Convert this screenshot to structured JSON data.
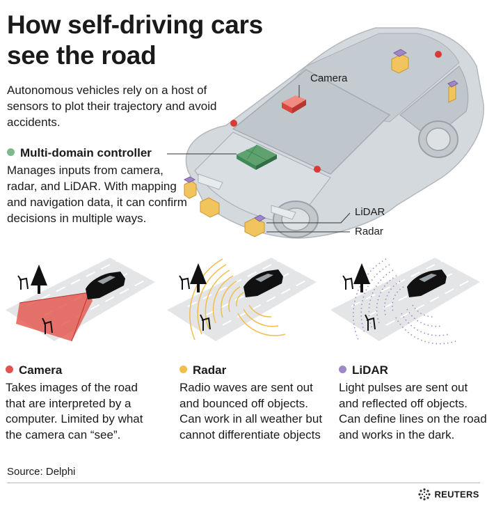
{
  "title": "How self-driving cars see the road",
  "intro": "Autonomous vehicles rely on a host of sensors to plot their trajectory and avoid accidents.",
  "controller": {
    "title": "Multi-domain controller",
    "description": "Manages inputs from camera, radar, and LiDAR. With mapping and navigation data, it can confirm decisions in multiple ways.",
    "color": "#3e8a56"
  },
  "callouts": {
    "camera": "Camera",
    "lidar": "LiDAR",
    "radar": "Radar"
  },
  "sensors": [
    {
      "title": "Camera",
      "description": "Takes images of the road that are interpreted by a computer. Limited by what the camera can “see”.",
      "color": "#e3534b"
    },
    {
      "title": "Radar",
      "description": "Radio waves are sent out and bounced off objects. Can work in all weather but cannot differentiate objects",
      "color": "#f1bd4b"
    },
    {
      "title": "LiDAR",
      "description": "Light pulses are sent out and reflected off objects. Can define lines on the road and works in the dark.",
      "color": "#a087c8"
    }
  ],
  "source": "Source: Delphi",
  "logo": "REUTERS",
  "colors": {
    "car_body": "#d4d9dd",
    "road": "#e3e5e7",
    "controller_box": "#3e8a56"
  }
}
